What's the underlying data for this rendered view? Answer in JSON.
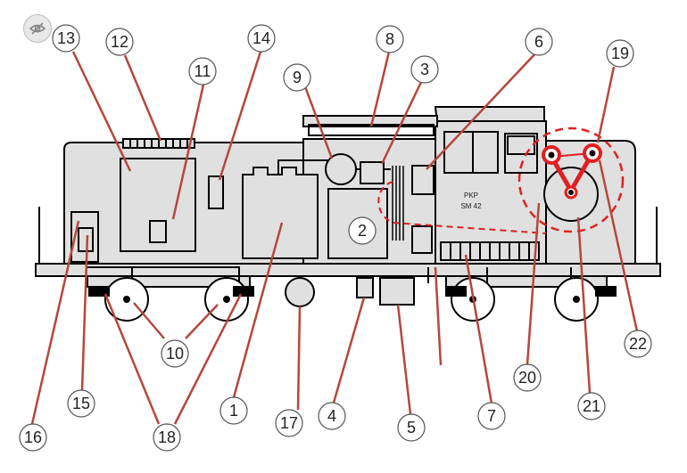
{
  "toolbar": {
    "visibility_icon": "eye-slash-icon"
  },
  "locomotive": {
    "plate_line1": "PKP",
    "plate_line2": "SM 42"
  },
  "callouts": [
    {
      "id": "1",
      "label": "1"
    },
    {
      "id": "2",
      "label": "2"
    },
    {
      "id": "3",
      "label": "3"
    },
    {
      "id": "4",
      "label": "4"
    },
    {
      "id": "5",
      "label": "5"
    },
    {
      "id": "6",
      "label": "6"
    },
    {
      "id": "7",
      "label": "7"
    },
    {
      "id": "8",
      "label": "8"
    },
    {
      "id": "9",
      "label": "9"
    },
    {
      "id": "10",
      "label": "10"
    },
    {
      "id": "11",
      "label": "11"
    },
    {
      "id": "12",
      "label": "12"
    },
    {
      "id": "13",
      "label": "13"
    },
    {
      "id": "14",
      "label": "14"
    },
    {
      "id": "15",
      "label": "15"
    },
    {
      "id": "16",
      "label": "16"
    },
    {
      "id": "17",
      "label": "17"
    },
    {
      "id": "18",
      "label": "18"
    },
    {
      "id": "19",
      "label": "19"
    },
    {
      "id": "20",
      "label": "20"
    },
    {
      "id": "21",
      "label": "21"
    },
    {
      "id": "22",
      "label": "22"
    }
  ],
  "colors": {
    "body": "#e0e0e0",
    "outline": "#000000",
    "leader": "#b5473a",
    "highlight": "#e02020",
    "callout_fill": "#ffffff"
  }
}
